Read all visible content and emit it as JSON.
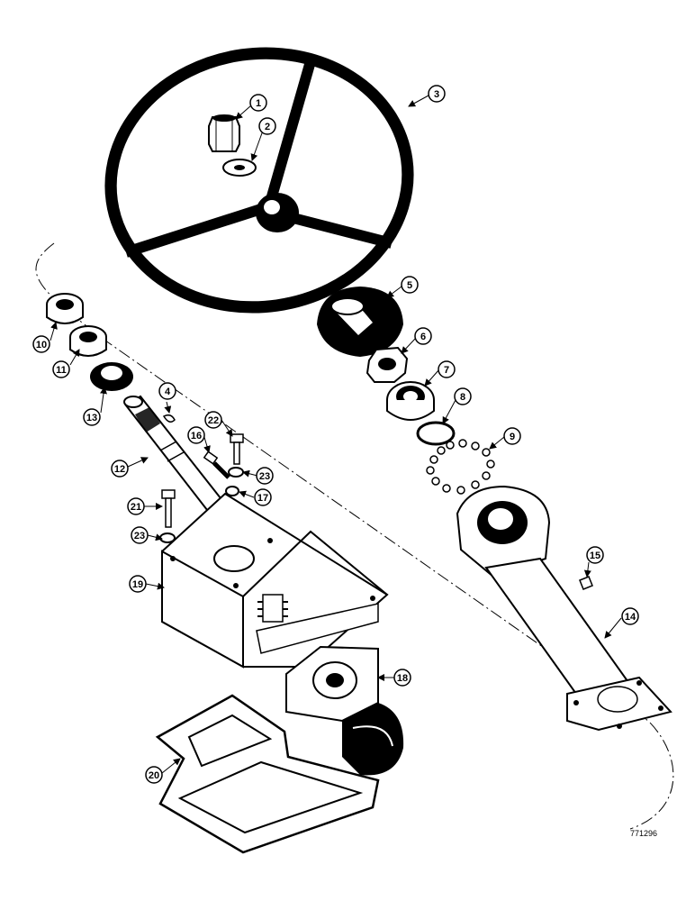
{
  "figure_number": "771296",
  "callouts": [
    "1",
    "2",
    "3",
    "4",
    "5",
    "6",
    "7",
    "8",
    "9",
    "10",
    "11",
    "12",
    "13",
    "14",
    "15",
    "16",
    "17",
    "18",
    "19",
    "20",
    "21",
    "22",
    "23",
    "23"
  ],
  "colors": {
    "ink": "#000000",
    "paper": "#ffffff",
    "metal": "#d9d9d9"
  }
}
